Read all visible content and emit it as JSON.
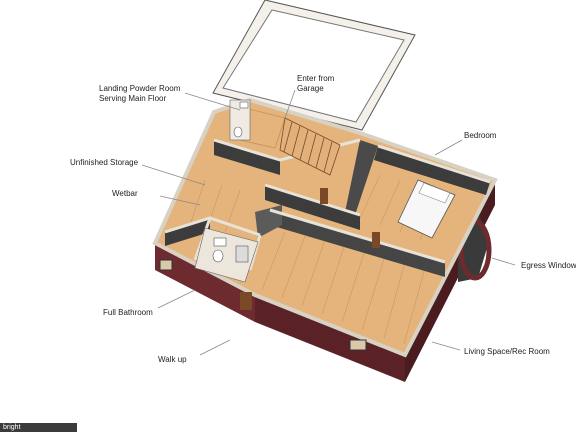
{
  "colors": {
    "floor": "#e4b47c",
    "floor_line": "#c98f55",
    "wall_top": "#ece7dd",
    "wall_dark": "#3c3c3c",
    "exterior": "#6d2a2f",
    "exterior_dark": "#4a1c20",
    "door": "#7a4a26",
    "leader": "#8a8a8a"
  },
  "labels": {
    "landing": [
      "Landing Powder Room",
      "Serving Main Floor"
    ],
    "garage": [
      "Enter from",
      "Garage"
    ],
    "bedroom": "Bedroom",
    "storage": "Unfinished Storage",
    "wetbar": "Wetbar",
    "egress": "Egress Window",
    "bathroom": "Full Bathroom",
    "walkup": "Walk up",
    "living": "Living Space/Rec Room"
  },
  "watermark": "bright"
}
